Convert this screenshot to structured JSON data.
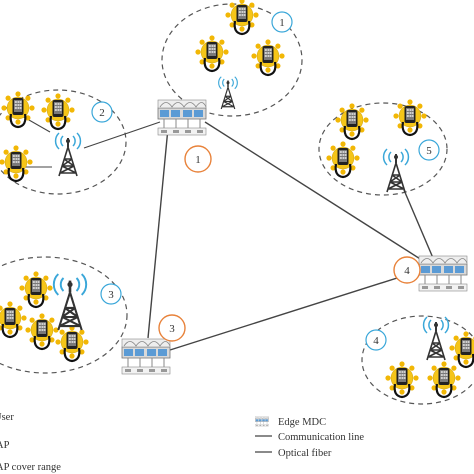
{
  "ap_labels": [
    "1",
    "2",
    "3",
    "4",
    "5"
  ],
  "mdc_labels": [
    "1",
    "3",
    "4"
  ],
  "legend": {
    "user": "User",
    "ap": "AP",
    "ap_cover_range": "AP cover range",
    "edge_mdc": "Edge MDC",
    "communication_line": "Communication line",
    "optical_fiber": "Optical fiber"
  },
  "colors": {
    "ap_badge": "#3aa7d9",
    "mdc_badge": "#e8823a",
    "sun": "#f2b705",
    "line": "#444444",
    "range": "#555555"
  }
}
